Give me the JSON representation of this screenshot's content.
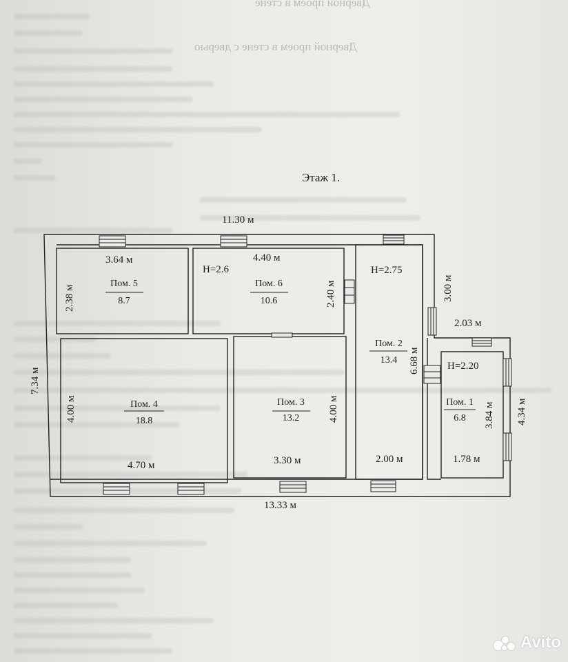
{
  "header": {
    "mirrored_1": "Дверной проем в стене",
    "mirrored_2": "Дверной проем в стене с дверью",
    "floor_title": "Этаж 1."
  },
  "plan": {
    "dims": {
      "top_width": "11.30 м",
      "bottom_width": "13.33 м",
      "left_height": "7.34 м",
      "r2_top": "3.00 м",
      "r1_top": "2.03 м",
      "r1_outer": "4.34 м"
    },
    "rooms": [
      {
        "id": "5",
        "name": "Пом. 5",
        "area": "8.7",
        "width": "3.64 м",
        "length": "2.38 м"
      },
      {
        "id": "6",
        "name": "Пом. 6",
        "area": "10.6",
        "width": "4.40 м",
        "length": "2.40 м",
        "height": "H=2.6"
      },
      {
        "id": "4",
        "name": "Пом. 4",
        "area": "18.8",
        "width": "4.70 м",
        "length": "4.00 м"
      },
      {
        "id": "3",
        "name": "Пом. 3",
        "area": "13.2",
        "width": "3.30 м",
        "length": "4.00 м"
      },
      {
        "id": "2",
        "name": "Пом. 2",
        "area": "13.4",
        "width": "2.00 м",
        "length": "6.68 м",
        "height": "H=2.75"
      },
      {
        "id": "1",
        "name": "Пом. 1",
        "area": "6.8",
        "width": "1.78 м",
        "length": "3.84 м",
        "height": "H=2.20"
      }
    ]
  },
  "watermark": "Avito"
}
